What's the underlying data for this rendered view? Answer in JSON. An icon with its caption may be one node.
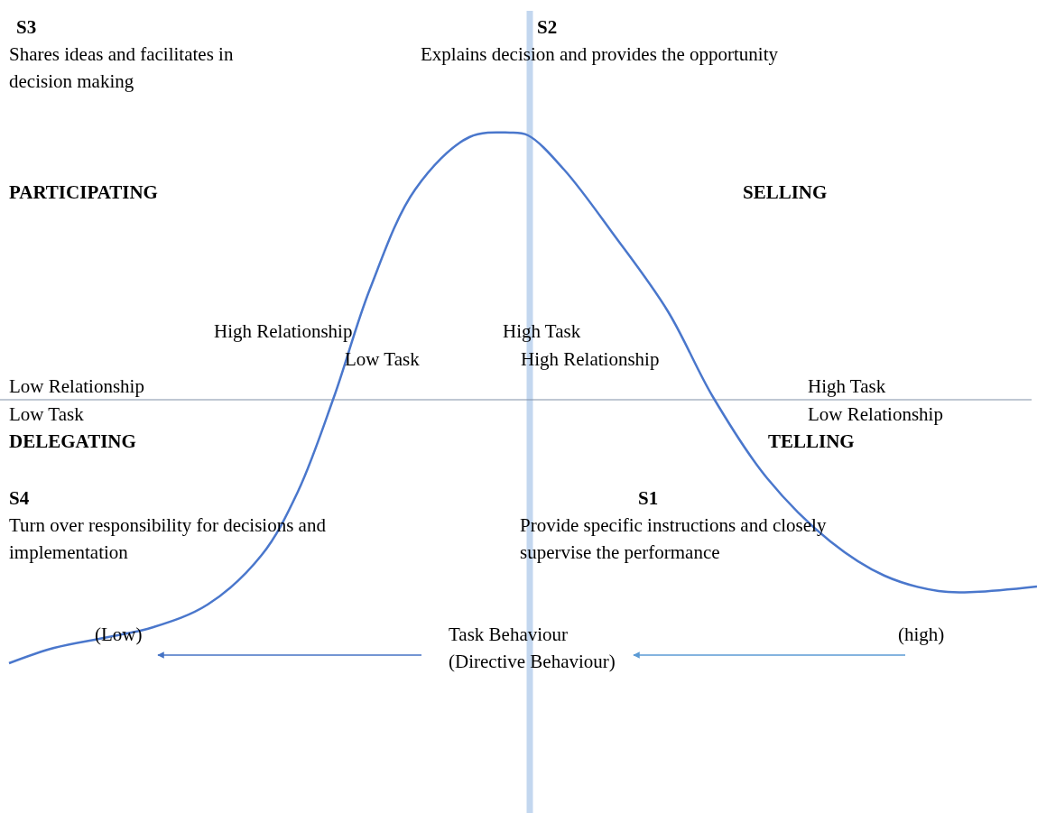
{
  "diagram": {
    "nodes": [
      {
        "text": [
          "(Low)"
        ]
      },
      {
        "text": [
          "Task Behaviour (Directive Behaviour)"
        ]
      },
      {
        "text": [
          "(high)"
        ]
      }
    ],
    "edges": [
      {
        "from": 1,
        "to": 0,
        "arrow": "to"
      },
      {
        "from": 2,
        "to": 1,
        "arrow": "to",
        "color": "#5b9bd5"
      }
    ],
    "labels": [
      "S3",
      "Shares ideas and facilitates in decision making",
      "S2",
      "Explains decision and provides the opportunity",
      "PARTICIPATING",
      "SELLING",
      "High Relationship",
      "High Task",
      "Low Task",
      "High Relationship",
      "Low Relationship",
      "High Task",
      "Low Task",
      "Low Relationship",
      "DELEGATING",
      "TELLING",
      "S4",
      "Turn over responsibility for decisions and implementation",
      "S1",
      "Provide specific instructions and closely supervise the performance"
    ]
  }
}
